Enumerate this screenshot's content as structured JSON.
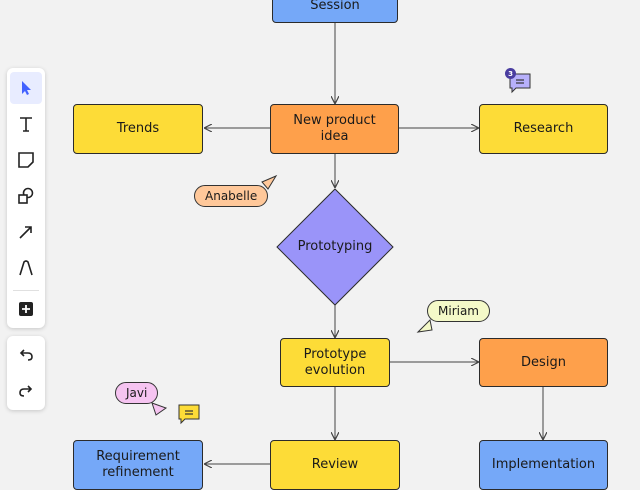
{
  "board": {
    "nodes": {
      "session": "Session",
      "new_product_idea": "New product idea",
      "trends": "Trends",
      "research": "Research",
      "prototyping": "Prototyping",
      "prototype_evolution": "Prototype evolution",
      "design": "Design",
      "review": "Review",
      "requirement_refinement": "Requirement refinement",
      "implementation": "Implementation"
    },
    "cursors": {
      "anabelle": "Anabelle",
      "miriam": "Miriam",
      "javi": "Javi"
    },
    "comments": {
      "research_count": "3"
    }
  },
  "toolbar": {
    "tools": [
      "select-cursor-icon",
      "text-tool-icon",
      "sticky-note-icon",
      "shapes-icon",
      "connection-line-icon",
      "pen-icon",
      "add-more-icon"
    ],
    "history": [
      "undo-icon",
      "redo-icon"
    ]
  },
  "colors": {
    "yellow": "#fddc37",
    "orange": "#fea04b",
    "blue": "#75a8f8",
    "purple": "#9a94f9",
    "anabelle": "#ffc89a",
    "miriam": "#f4f9c8",
    "javi": "#f6c4f1"
  }
}
